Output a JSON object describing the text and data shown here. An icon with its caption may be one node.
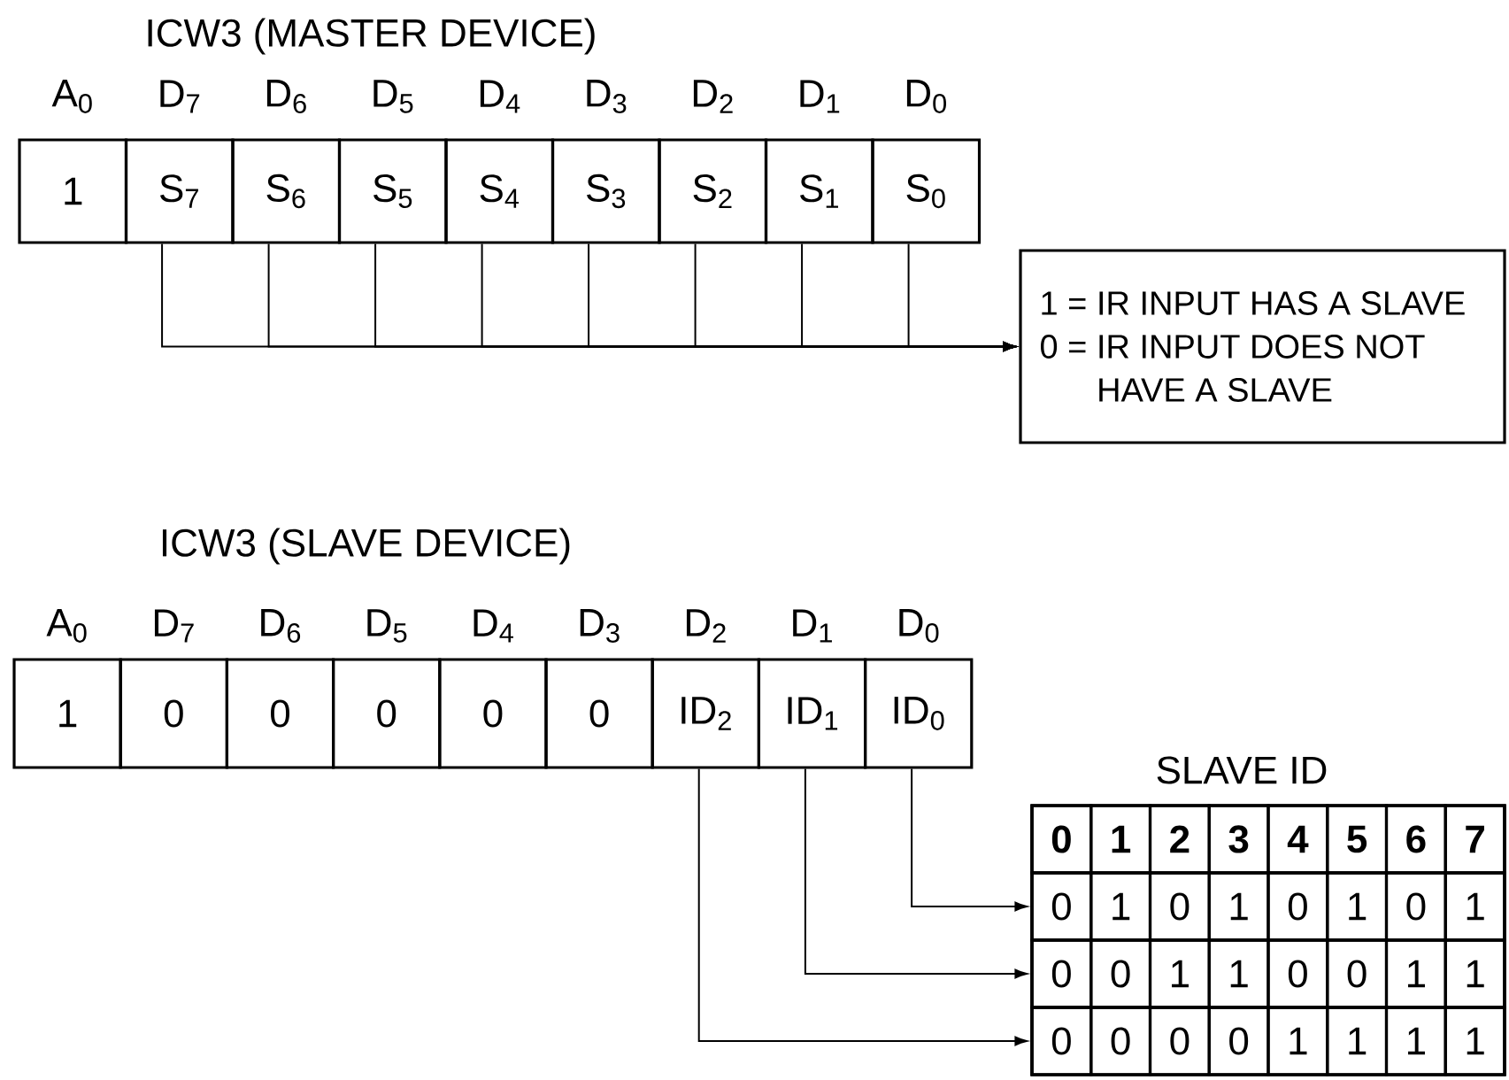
{
  "diagram": {
    "nodes": [
      {
        "text": [
          "1"
        ]
      },
      {
        "text": [
          "S$_{7}$"
        ]
      },
      {
        "text": [
          "S$_{6}$"
        ]
      },
      {
        "text": [
          "S$_{5}$"
        ]
      },
      {
        "text": [
          "S$_{4}$"
        ]
      },
      {
        "text": [
          "S$_{3}$"
        ]
      },
      {
        "text": [
          "S$_{2}$"
        ]
      },
      {
        "text": [
          "S$_{1}$"
        ]
      },
      {
        "text": [
          "S$_{0}$"
        ]
      },
      {
        "text": [
          "1 = IR INPUT HAS A SLAVE",
          "0 = IR INPUT DOES NOT HAVE A SLAVE"
        ]
      },
      {
        "text": [
          "1"
        ]
      },
      {
        "text": [
          "0"
        ]
      },
      {
        "text": [
          "0"
        ]
      },
      {
        "text": [
          "0"
        ]
      },
      {
        "text": [
          "0"
        ]
      },
      {
        "text": [
          "0"
        ]
      },
      {
        "text": [
          "ID$_{2}$"
        ]
      },
      {
        "text": [
          "ID$_{1}$"
        ]
      },
      {
        "text": [
          "ID$_{0}$"
        ]
      },
      {
        "text": [
          "SLAVE ID"
        ]
      },
      {
        "text": [
          "0",
          "1",
          "2",
          "3",
          "4",
          "5",
          "6",
          "7"
        ],
        "in": 19
      },
      {
        "text": [
          "0",
          "1",
          "0",
          "1",
          "0",
          "1",
          "0",
          "1"
        ],
        "in": 19
      },
      {
        "text": [
          "0",
          "0",
          "1",
          "1",
          "0",
          "0",
          "1",
          "1"
        ],
        "in": 19
      },
      {
        "text": [
          "0",
          "0",
          "0",
          "0",
          "1",
          "1",
          "1",
          "1"
        ],
        "in": 19
      }
    ],
    "edges": [
      {
        "from": 1,
        "to": 9,
        "arrow": "to"
      },
      {
        "from": 2,
        "to": 9,
        "arrow": "to"
      },
      {
        "from": 3,
        "to": 9,
        "arrow": "to"
      },
      {
        "from": 4,
        "to": 9,
        "arrow": "to"
      },
      {
        "from": 5,
        "to": 9,
        "arrow": "to"
      },
      {
        "from": 6,
        "to": 9,
        "arrow": "to"
      },
      {
        "from": 7,
        "to": 9,
        "arrow": "to"
      },
      {
        "from": 8,
        "to": 9,
        "arrow": "to"
      },
      {
        "from": 18,
        "to": 21,
        "arrow": "to"
      },
      {
        "from": 17,
        "to": 22,
        "arrow": "to"
      },
      {
        "from": 16,
        "to": 23,
        "arrow": "to"
      }
    ],
    "labels": [
      "ICW3 (MASTER DEVICE)",
      "A$_{0}$",
      "D$_{7}$",
      "D$_{6}$",
      "D$_{5}$",
      "D$_{4}$",
      "D$_{3}$",
      "D$_{2}$",
      "D$_{1}$",
      "D$_{0}$",
      "ICW3 (SLAVE DEVICE)",
      "A$_{0}$",
      "D$_{7}$",
      "D$_{6}$",
      "D$_{5}$",
      "D$_{4}$",
      "D$_{3}$",
      "D$_{2}$",
      "D$_{1}$",
      "D$_{0}$"
    ]
  }
}
